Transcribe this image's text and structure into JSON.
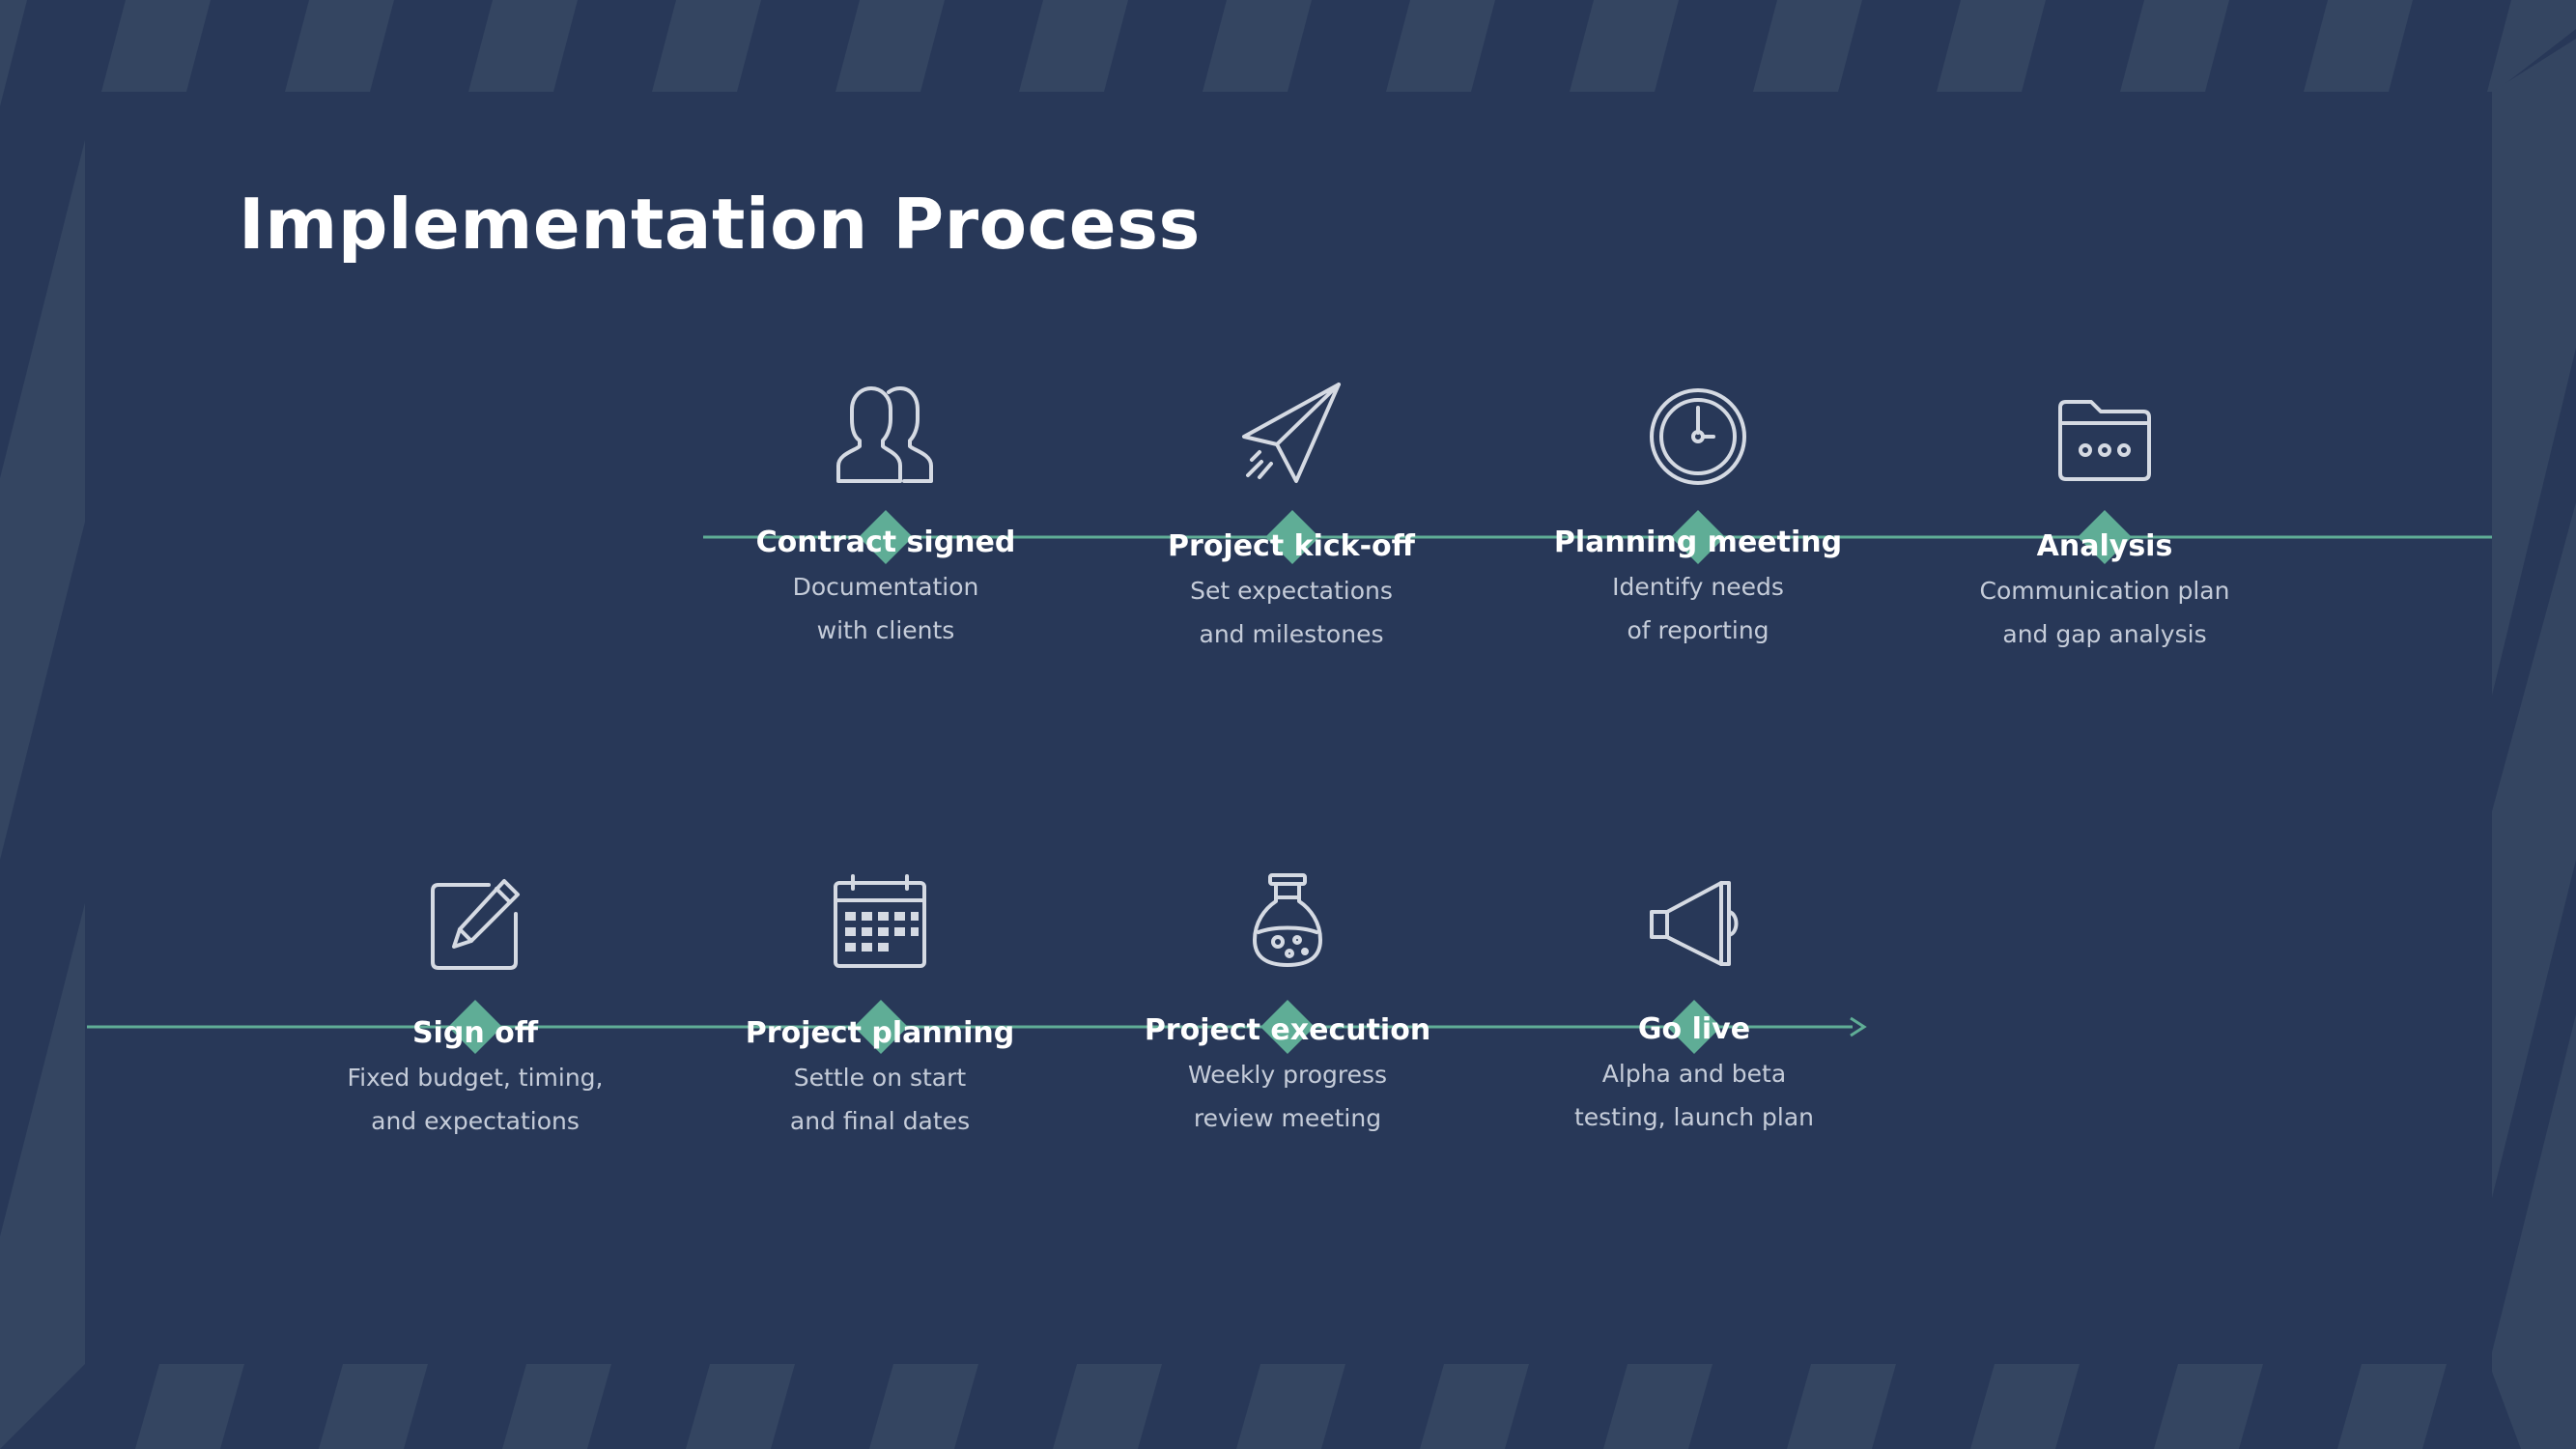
{
  "slide": {
    "title": "Implementation Process"
  },
  "colors": {
    "background": "#283858",
    "stripe": "#344561",
    "accent": "#5fad96",
    "icon": "#d5dae3",
    "title": "#ffffff",
    "description": "#c5ccd9"
  },
  "steps": [
    {
      "icon": "users-icon",
      "title": "Contract signed",
      "desc1": "Documentation",
      "desc2": "with clients"
    },
    {
      "icon": "paper-plane-icon",
      "title": "Project kick-off",
      "desc1": "Set expectations",
      "desc2": "and milestones"
    },
    {
      "icon": "clock-icon",
      "title": "Planning meeting",
      "desc1": "Identify needs",
      "desc2": "of reporting"
    },
    {
      "icon": "folder-icon",
      "title": "Analysis",
      "desc1": "Communication plan",
      "desc2": "and gap analysis"
    },
    {
      "icon": "edit-icon",
      "title": "Sign off",
      "desc1": "Fixed budget, timing,",
      "desc2": "and expectations"
    },
    {
      "icon": "calendar-icon",
      "title": "Project planning",
      "desc1": "Settle on start",
      "desc2": "and final dates"
    },
    {
      "icon": "flask-icon",
      "title": "Project execution",
      "desc1": "Weekly progress",
      "desc2": "review meeting"
    },
    {
      "icon": "megaphone-icon",
      "title": "Go live",
      "desc1": "Alpha and beta",
      "desc2": "testing, launch plan"
    }
  ]
}
